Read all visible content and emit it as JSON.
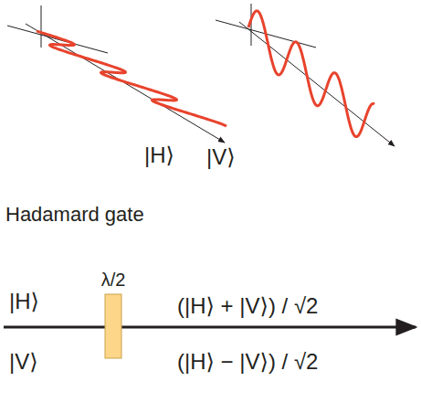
{
  "diagram": {
    "labels": [
      "|H⟩",
      "|V⟩",
      "Hadamard gate",
      "λ/2",
      "|H⟩",
      "|V⟩",
      "(|H⟩ + |V⟩) / √2",
      "(|H⟩ − |V⟩) / √2"
    ]
  }
}
